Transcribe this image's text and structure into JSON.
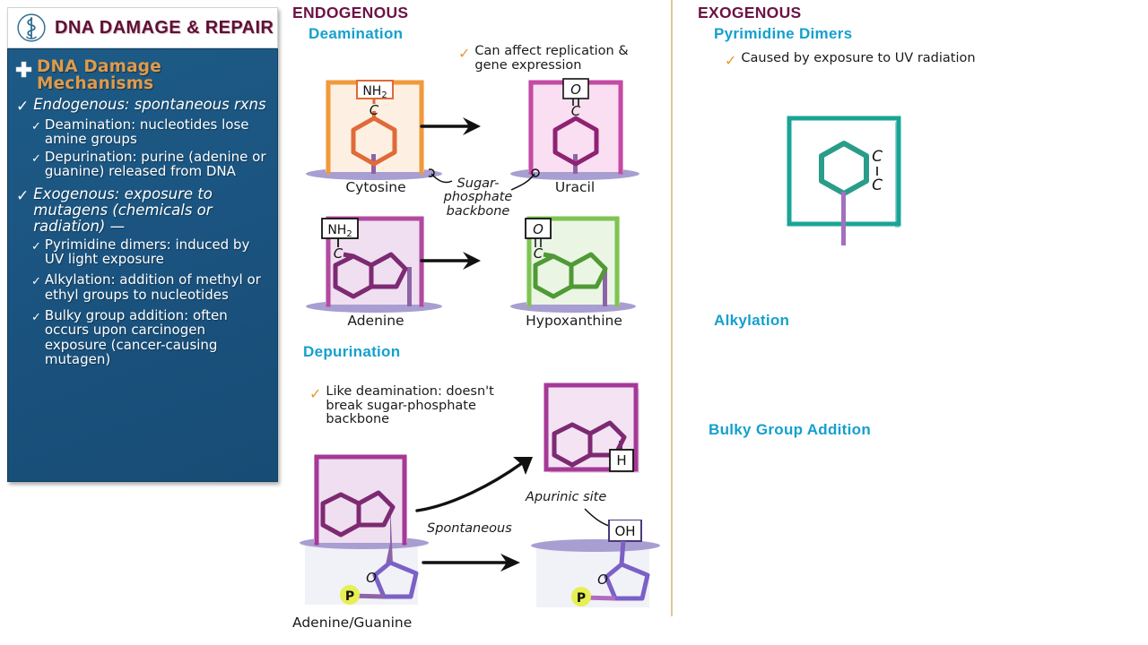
{
  "sidebar": {
    "title": "DNA DAMAGE & REPAIR",
    "logo_icon": "asclepius-rod-icon",
    "section_icon": "plus-cross-icon",
    "section_title": "DNA Damage Mechanisms",
    "items": [
      {
        "level": 1,
        "text": "Endogenous: spontaneous rxns",
        "children": [
          {
            "level": 2,
            "text": "Deamination: nucleotides lose amine groups"
          },
          {
            "level": 2,
            "text": "Depurination: purine (adenine or guanine) released from DNA"
          }
        ]
      },
      {
        "level": 1,
        "text": "Exogenous: exposure to mutagens (chemicals or radiation) —",
        "children": [
          {
            "level": 2,
            "text": "Pyrimidine dimers: induced by UV light exposure"
          },
          {
            "level": 2,
            "text": "Alkylation: addition of methyl or ethyl groups to nucleotides"
          },
          {
            "level": 2,
            "text": "Bulky group addition: often occurs upon carcinogen exposure (cancer-causing mutagen)"
          }
        ]
      }
    ]
  },
  "endogenous": {
    "heading": "ENDOGENOUS",
    "deamination": {
      "heading": "Deamination",
      "note": "Can affect replication &\ngene expression",
      "backbone_label": "Sugar-\nphosphate\nbackbone",
      "reaction_1": {
        "from": {
          "name": "Cytosine",
          "group": "NH",
          "group_sub": "2",
          "center": "C"
        },
        "to": {
          "name": "Uracil",
          "group": "O",
          "center": "C"
        }
      },
      "reaction_2": {
        "from": {
          "name": "Adenine",
          "group": "NH",
          "group_sub": "2",
          "center": "C"
        },
        "to": {
          "name": "Hypoxanthine",
          "group": "O",
          "center": "C"
        }
      }
    },
    "depurination": {
      "heading": "Depurination",
      "note": "Like deamination: doesn't\nbreak sugar-phosphate\nbackbone",
      "arrow_label": "Spontaneous",
      "base_label": "Adenine/Guanine",
      "product_label": "Apurinic site",
      "product_group": "H",
      "sugar_oxygen": "O",
      "phosphate": "P",
      "hydroxyl": "OH"
    }
  },
  "exogenous": {
    "heading": "EXOGENOUS",
    "sections": [
      {
        "heading": "Pyrimidine Dimers",
        "note": "Caused by exposure to UV radiation"
      },
      {
        "heading": "Alkylation",
        "note": ""
      },
      {
        "heading": "Bulky Group Addition",
        "note": ""
      }
    ],
    "dimer": {
      "carbon_top": "C",
      "carbon_bottom": "C"
    }
  },
  "colors": {
    "sidebar_blue": "#1b5580",
    "accent_orange": "#e09a4a",
    "heading_magenta": "#6d1246",
    "heading_cyan": "#14a0ce",
    "cytosine_orange": "#e07a38",
    "uracil_magenta": "#9c2b80",
    "adenine_purple": "#7d2a72",
    "hypoxanthine_green": "#5aa43c",
    "dimer_teal": "#19a596",
    "backbone_lavender": "#a99ed1",
    "divider_tan": "#ddc79a",
    "check_orange": "#e8972e"
  }
}
